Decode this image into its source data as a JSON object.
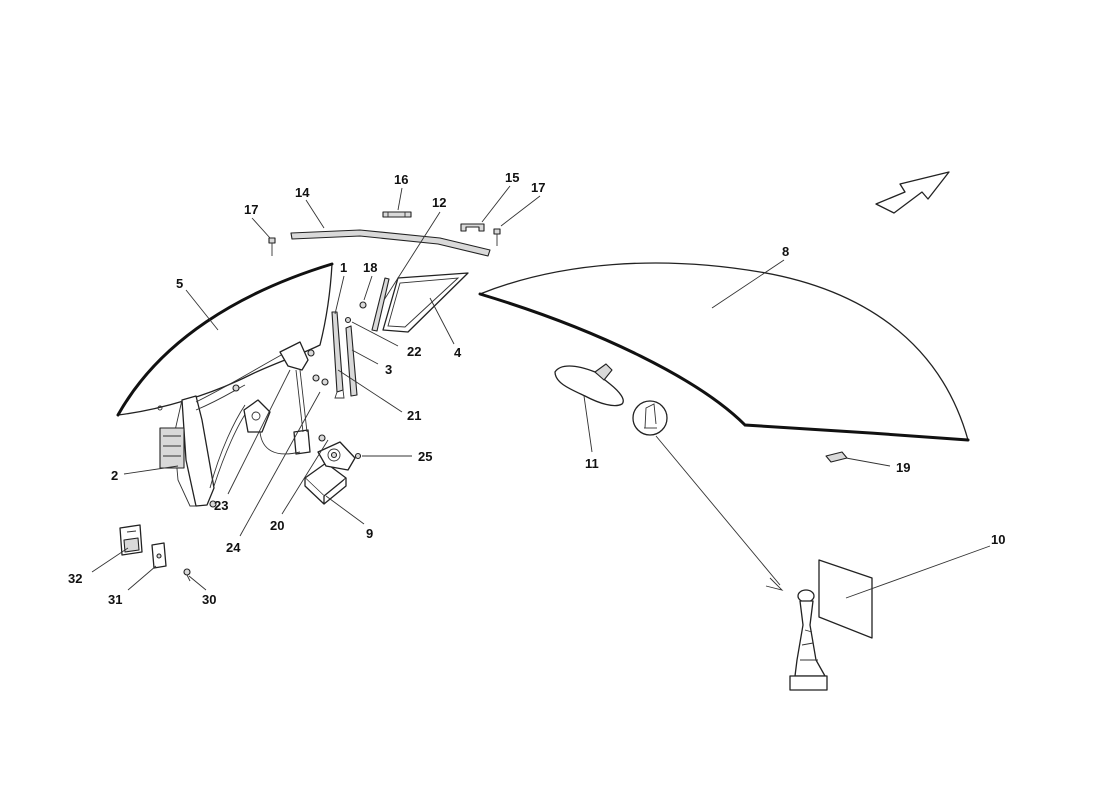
{
  "callouts": {
    "c1": "1",
    "c2": "2",
    "c3": "3",
    "c4": "4",
    "c5": "5",
    "c8": "8",
    "c9": "9",
    "c10": "10",
    "c11": "11",
    "c12": "12",
    "c14": "14",
    "c15": "15",
    "c16": "16",
    "c17a": "17",
    "c17b": "17",
    "c18": "18",
    "c19": "19",
    "c20": "20",
    "c21": "21",
    "c22": "22",
    "c23": "23",
    "c24": "24",
    "c25": "25",
    "c30": "30",
    "c31": "31",
    "c32": "32"
  },
  "icons": {
    "direction_arrow": "direction-arrow-icon",
    "reference_marker": "reference-marker-icon"
  }
}
